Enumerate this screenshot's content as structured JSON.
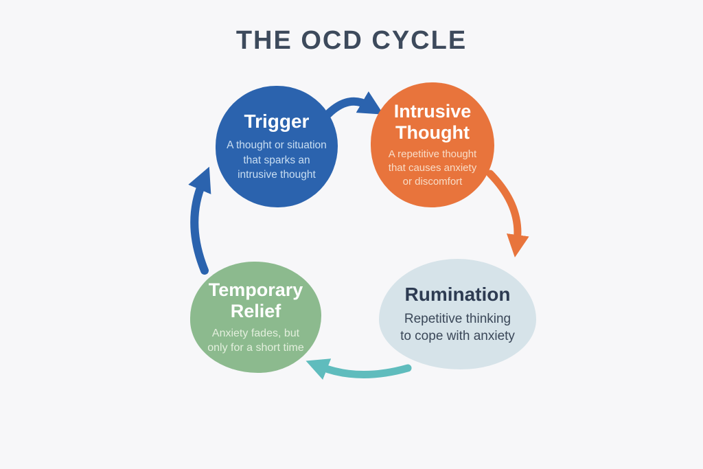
{
  "title": "THE OCD CYCLE",
  "title_color": "#3d4a5c",
  "background_color": "#f7f7f9",
  "nodes": [
    {
      "id": "trigger",
      "title": "Trigger",
      "description": "A thought or situation\nthat sparks an\nintrusive thought",
      "fill": "#2b63ae",
      "title_color": "#ffffff",
      "description_color": "#c9def2"
    },
    {
      "id": "intrusive-thought",
      "title": "Intrusive\nThought",
      "description": "A repetitive thought\nthat causes anxiety\nor discomfort",
      "fill": "#e8743c",
      "title_color": "#ffffff",
      "description_color": "#f8ddc8"
    },
    {
      "id": "rumination",
      "title": "Rumination",
      "description": "Repetitive thinking\nto cope with anxiety",
      "fill": "#d6e3e9",
      "title_color": "#2d3b52",
      "description_color": "#3a4758"
    },
    {
      "id": "temporary-relief",
      "title": "Temporary\nRelief",
      "description": "Anxiety fades, but\nonly for a short time",
      "fill": "#8cba8e",
      "title_color": "#ffffff",
      "description_color": "#e3efdd"
    }
  ],
  "arrows": [
    {
      "from": "trigger",
      "to": "intrusive-thought",
      "color": "#2b63ae"
    },
    {
      "from": "intrusive-thought",
      "to": "rumination",
      "color": "#e8743c"
    },
    {
      "from": "rumination",
      "to": "temporary-relief",
      "color": "#5fbcbd"
    },
    {
      "from": "temporary-relief",
      "to": "trigger",
      "color": "#2b63ae"
    }
  ]
}
